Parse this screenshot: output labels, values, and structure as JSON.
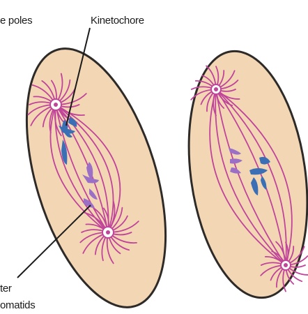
{
  "labels": {
    "poles": "e poles",
    "kinetochore": "Kinetochore",
    "sister_line1": "ter",
    "sister_line2": "omatids"
  },
  "colors": {
    "cell_fill": "#f3d7b5",
    "cell_outline": "#2d2a28",
    "spindle_fiber": "#c0449a",
    "chromosome_blue": "#3a6fb5",
    "chromosome_violet": "#9b6fc6",
    "leader_line": "#1a1a1a"
  }
}
